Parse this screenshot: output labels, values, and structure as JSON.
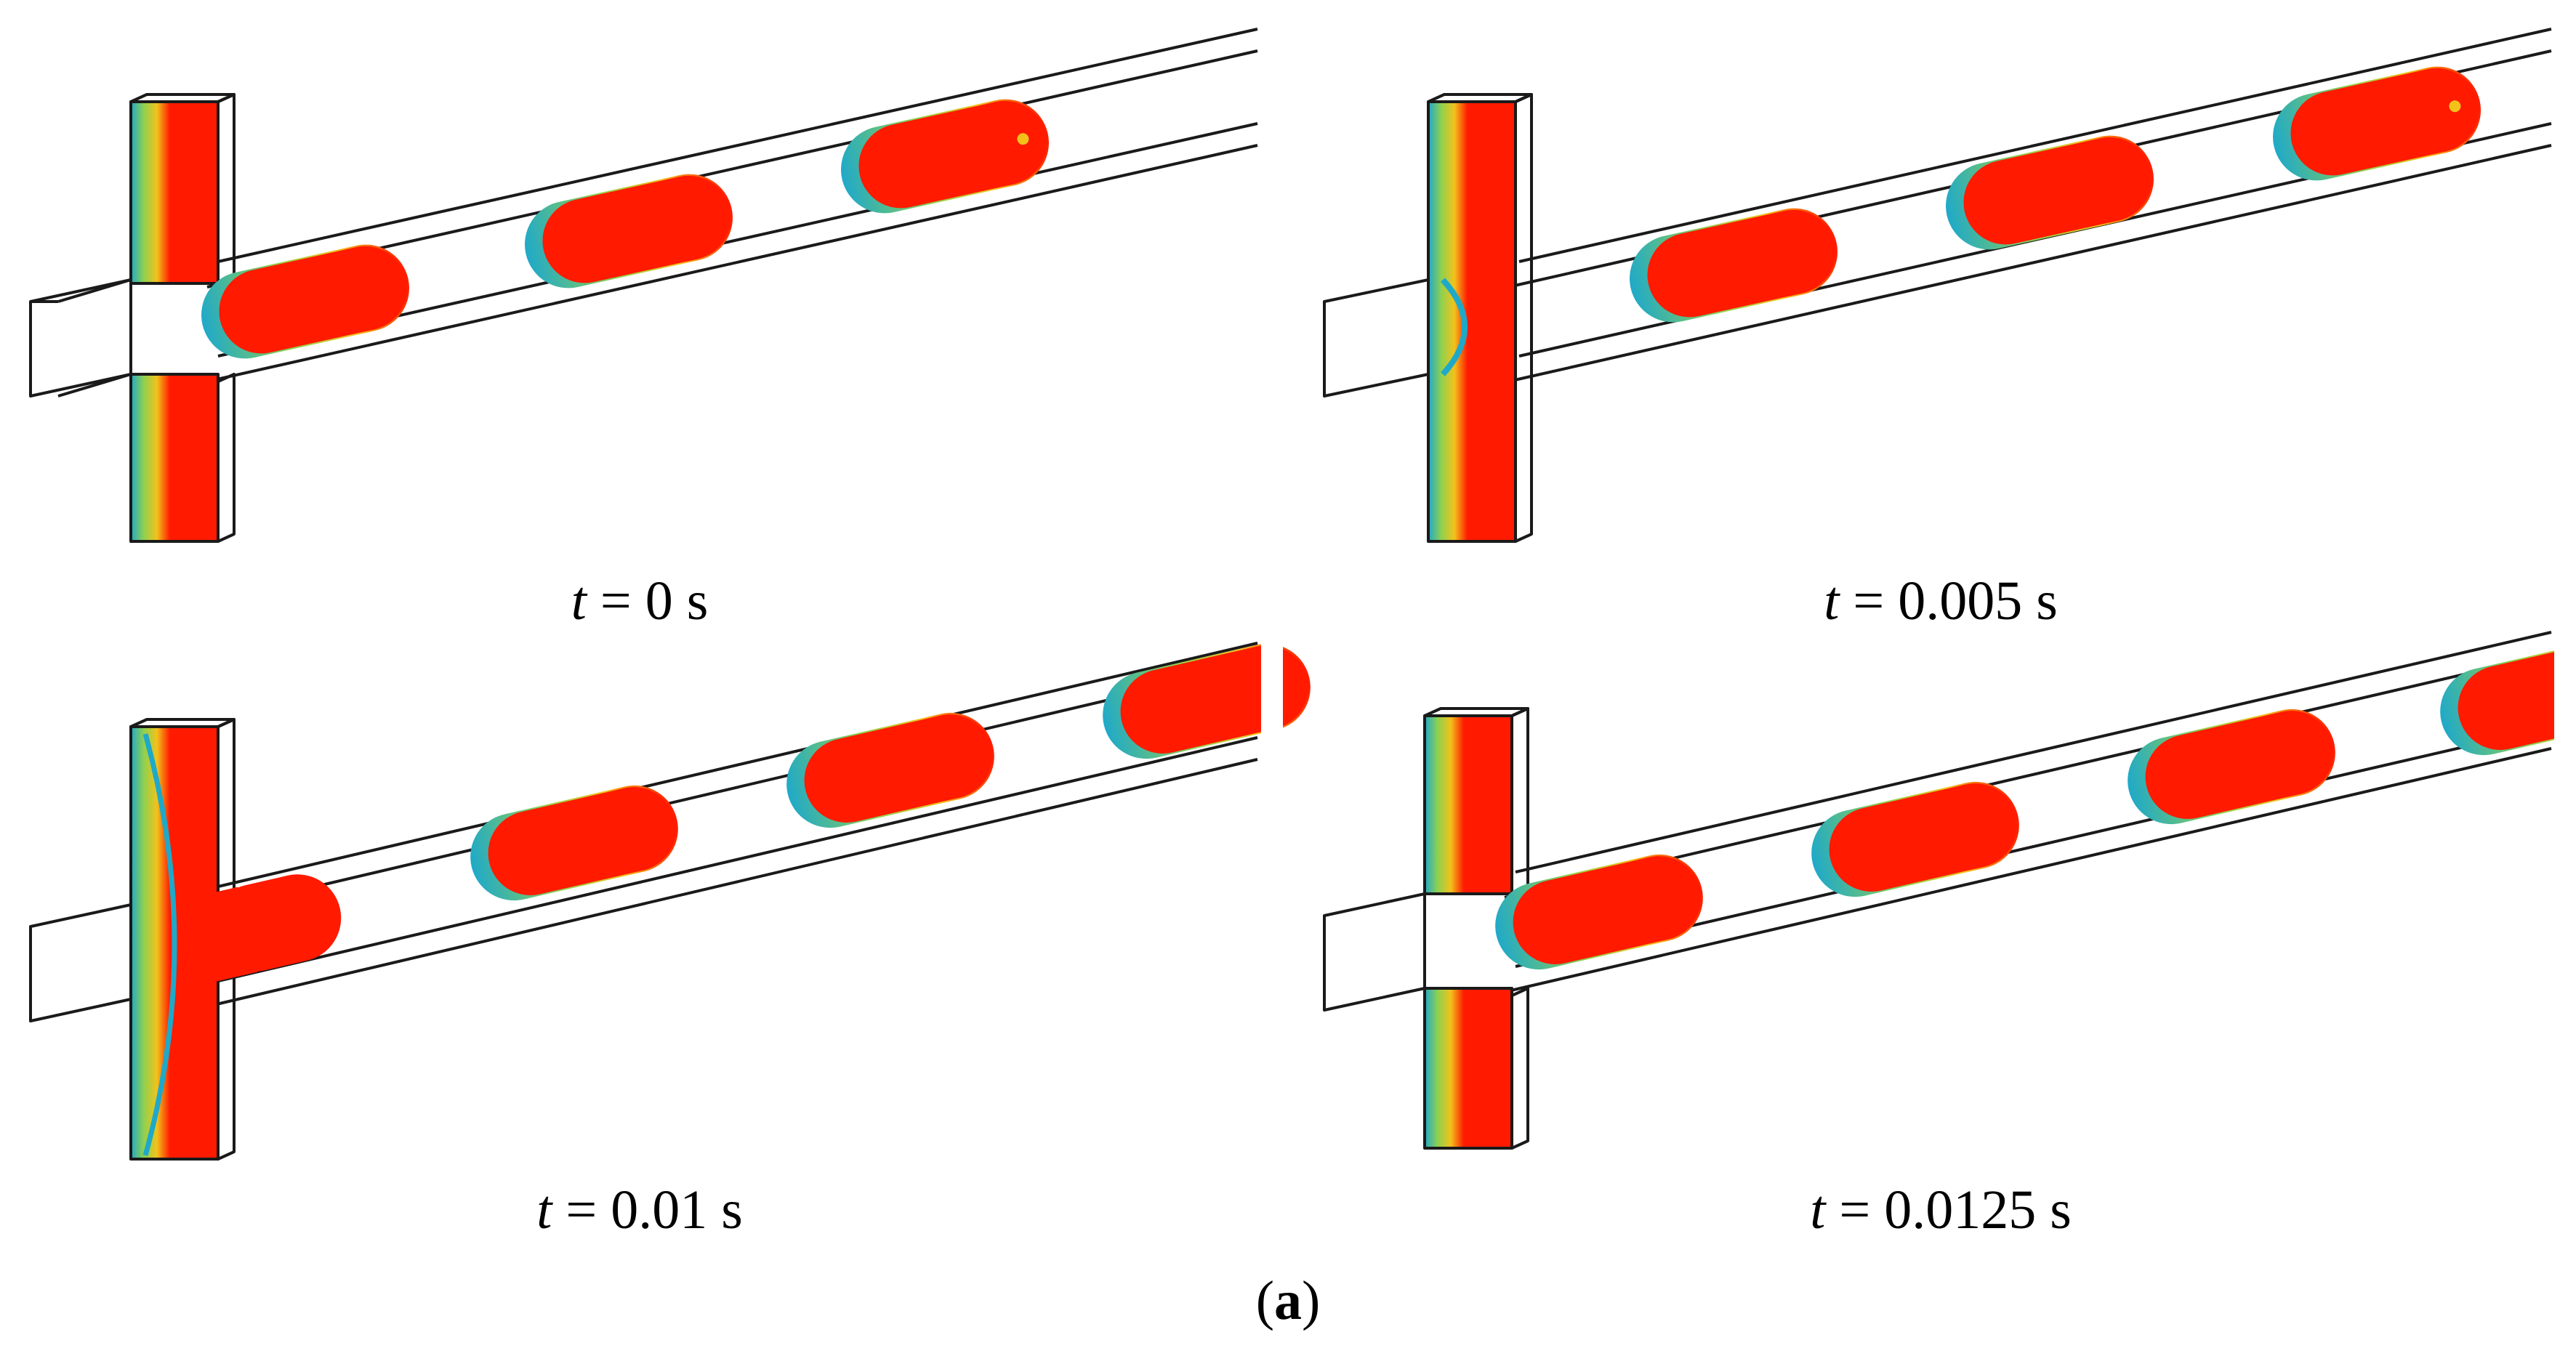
{
  "figure": {
    "panels": [
      {
        "id": "p1",
        "time_var": "t",
        "time_rest": " = 0 s"
      },
      {
        "id": "p2",
        "time_var": "t",
        "time_rest": " = 0.005 s"
      },
      {
        "id": "p3",
        "time_var": "t",
        "time_rest": " = 0.01 s"
      },
      {
        "id": "p4",
        "time_var": "t",
        "time_rest": " = 0.0125 s"
      }
    ],
    "sublabel": {
      "open": "(",
      "letter": "a",
      "close": ")"
    }
  },
  "colors": {
    "droplet": "#ff1a00",
    "interface_outer": "#1fa9c9",
    "interface_mid": "#8fd14f",
    "interface_inner": "#f2c21b",
    "channel_edge": "#1a1a1a",
    "background": "#ffffff"
  }
}
